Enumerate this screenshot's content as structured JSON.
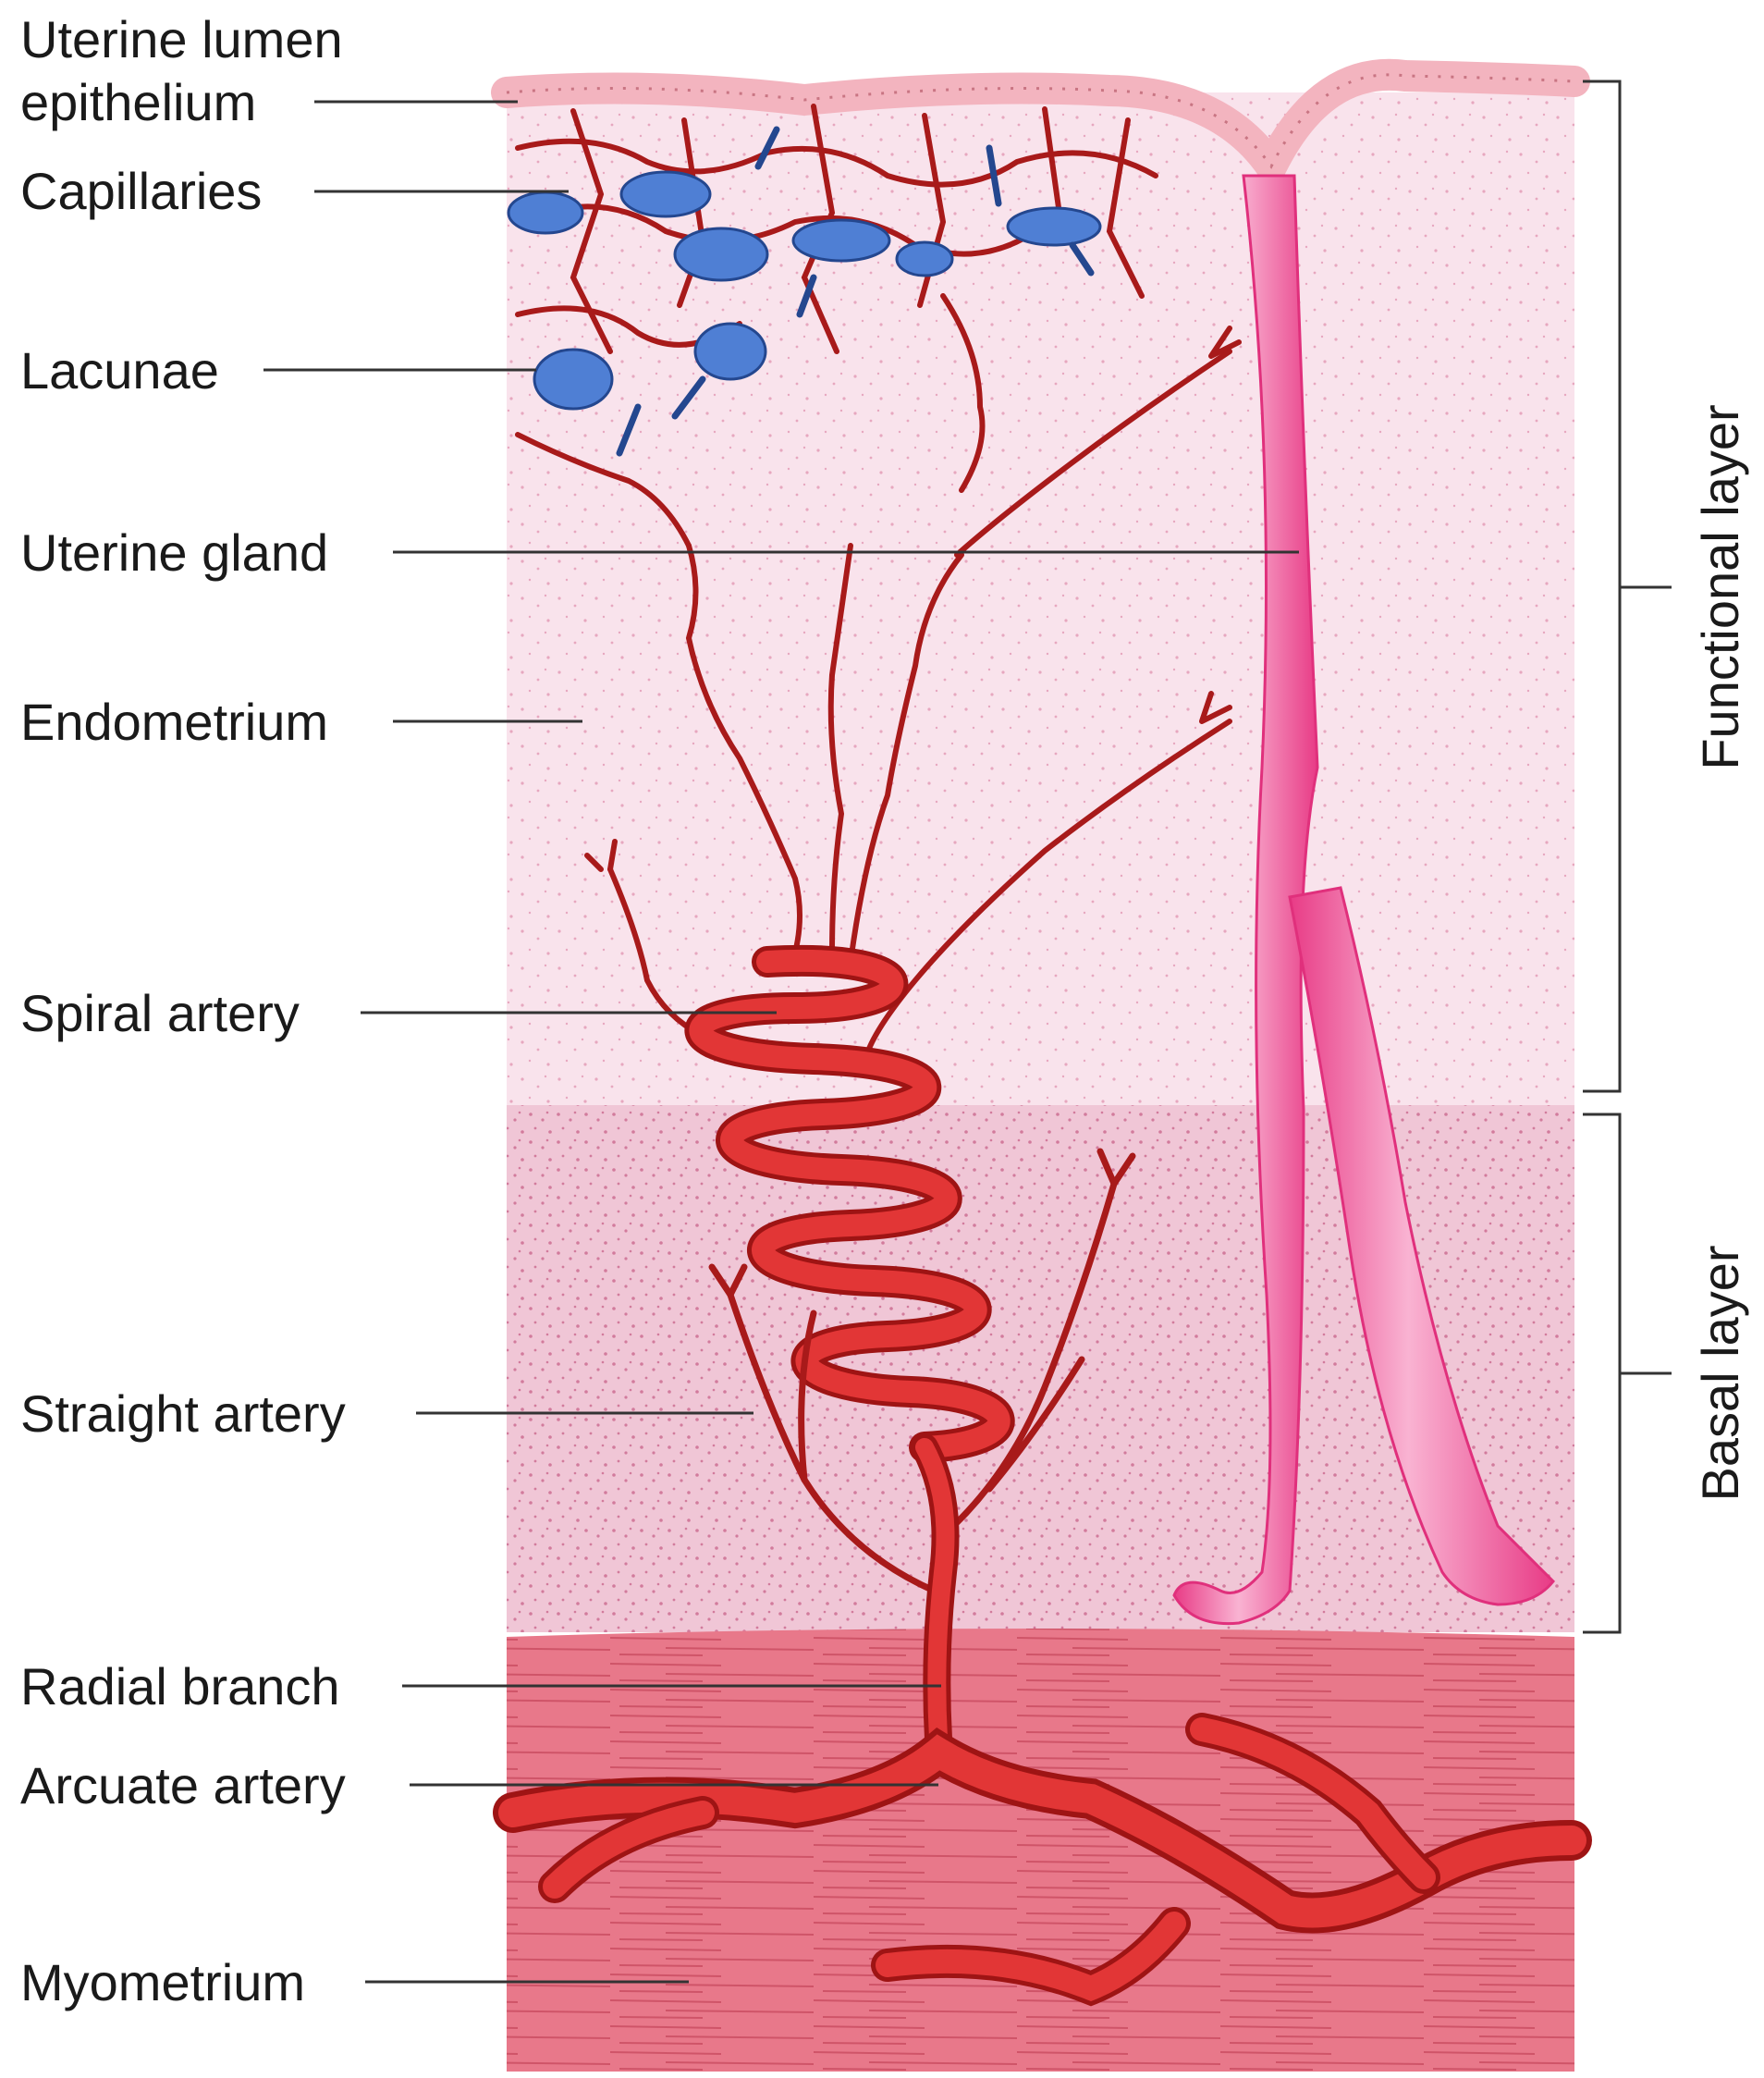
{
  "labels": {
    "uterine_lumen_line1": "Uterine lumen",
    "uterine_lumen_line2": "epithelium",
    "capillaries": "Capillaries",
    "lacunae": "Lacunae",
    "uterine_gland": "Uterine gland",
    "endometrium": "Endometrium",
    "spiral_artery": "Spiral artery",
    "straight_artery": "Straight artery",
    "radial_branch": "Radial branch",
    "arcuate_artery": "Arcuate artery",
    "myometrium": "Myometrium"
  },
  "layers": {
    "functional": "Functional layer",
    "basal": "Basal layer"
  },
  "colors": {
    "functional_tissue": "#f9e3ec",
    "basal_tissue": "#f0c6d6",
    "myometrium": "#e8788a",
    "artery": "#d42a2a",
    "artery_dark": "#9e1414",
    "vein": "#3f6fc4",
    "gland": "#f05a9c",
    "epithelium": "#f3b4bf"
  }
}
